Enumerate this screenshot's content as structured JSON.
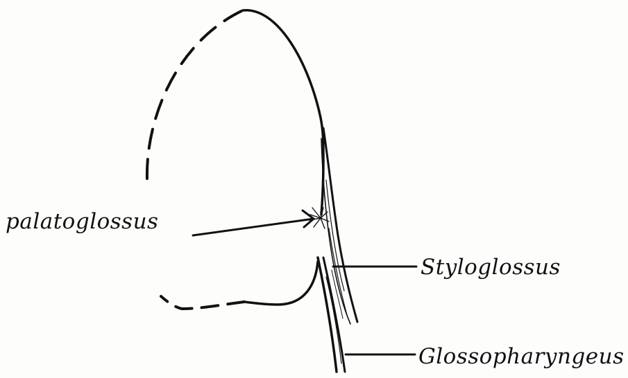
{
  "labels": {
    "palatoglossus": "palatoglossus",
    "styloglossus": "Styloglossus",
    "glossopharyngeus": "Glossopharyngeus"
  },
  "colors": {
    "ink": "#111111",
    "paper": "#fdfdfc"
  }
}
